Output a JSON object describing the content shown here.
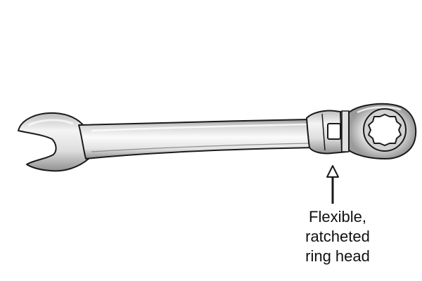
{
  "callout": {
    "lines": [
      "Flexible,",
      "ratcheted",
      "ring head"
    ]
  },
  "icons": {
    "tool": "flexible-ratcheting-combination-spanner",
    "pointer": "arrow-up-icon"
  },
  "colors": {
    "outline": "#1a1a1a",
    "metal_light": "#f2f2f2",
    "metal_mid": "#c9c9c9",
    "metal_dark": "#8a8a8a",
    "text": "#111111"
  }
}
